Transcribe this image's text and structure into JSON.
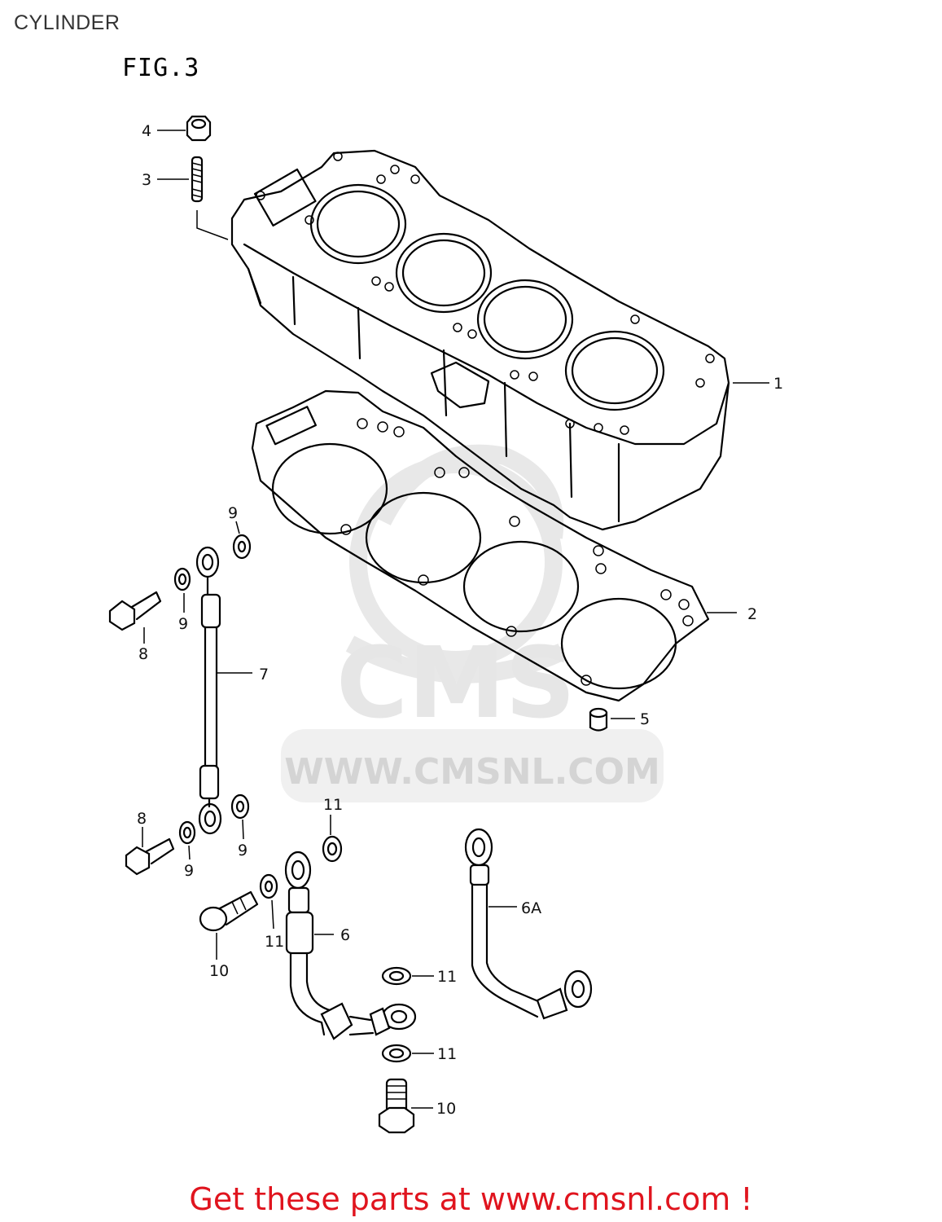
{
  "page": {
    "title": "CYLINDER",
    "figure": "FIG.3"
  },
  "watermark": {
    "brand": "CMS",
    "url": "WWW.CMSNL.COM"
  },
  "callouts": {
    "c1": "1",
    "c2": "2",
    "c3": "3",
    "c4": "4",
    "c5": "5",
    "c6": "6",
    "c6a": "6A",
    "c7": "7",
    "c8a": "8",
    "c8b": "8",
    "c9a": "9",
    "c9b": "9",
    "c9c": "9",
    "c9d": "9",
    "c10a": "10",
    "c10b": "10",
    "c11a": "11",
    "c11b": "11",
    "c11c": "11",
    "c11d": "11"
  },
  "footer": {
    "text": "Get these parts at www.cmsnl.com !"
  },
  "colors": {
    "footer": "#e0141e",
    "watermark": "#e6e6e6",
    "line": "#000000"
  }
}
